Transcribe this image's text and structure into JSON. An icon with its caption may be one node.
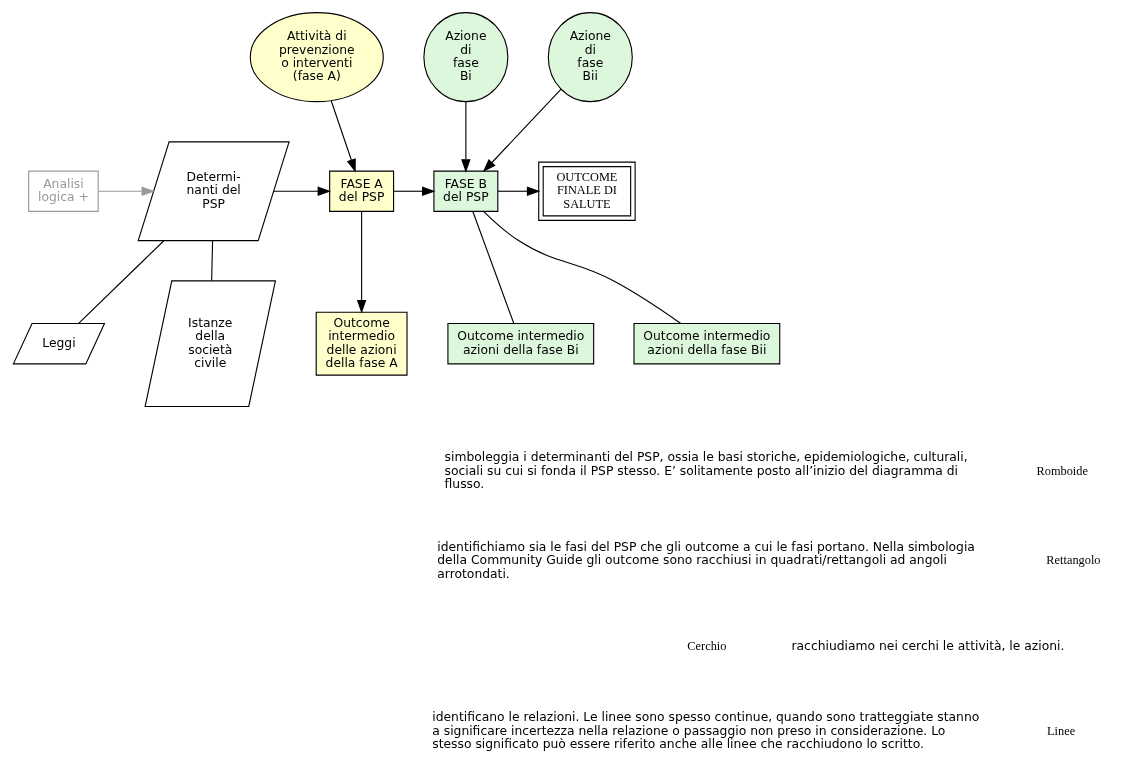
{
  "diagram": {
    "nodes": [
      {
        "text": [
          "Analisi logica +"
        ]
      },
      {
        "text": [
          "Determi- nanti del PSP"
        ]
      },
      {
        "text": [
          "Leggi"
        ]
      },
      {
        "text": [
          "Istanze della società civile"
        ]
      },
      {
        "text": [
          "Attività di prevenzione o interventi (fase A)"
        ]
      },
      {
        "text": [
          "FASE A del PSP"
        ]
      },
      {
        "text": [
          "Outcome intermedio delle azioni della fase A"
        ]
      },
      {
        "text": [
          "Azione di fase Bi"
        ]
      },
      {
        "text": [
          "Azione di fase Bii"
        ]
      },
      {
        "text": [
          "FASE B del PSP"
        ]
      },
      {
        "text": [
          "OUTCOME FINALE DI SALUTE"
        ]
      },
      {
        "text": [
          "Outcome intermedio azioni della fase Bi"
        ]
      },
      {
        "text": [
          "Outcome intermedio azioni della fase Bii"
        ]
      }
    ],
    "edges": [
      {
        "from": 0,
        "to": 1,
        "arrow": "to",
        "color": "#999999"
      },
      {
        "from": 1,
        "to": 5,
        "arrow": "to"
      },
      {
        "from": 1,
        "to": 2,
        "arrow": "none"
      },
      {
        "from": 1,
        "to": 3,
        "arrow": "none"
      },
      {
        "from": 4,
        "to": 5,
        "arrow": "to"
      },
      {
        "from": 5,
        "to": 6,
        "arrow": "to"
      },
      {
        "from": 7,
        "to": 9,
        "arrow": "to"
      },
      {
        "from": 8,
        "to": 9,
        "arrow": "to"
      },
      {
        "from": 5,
        "to": 9,
        "arrow": "to"
      },
      {
        "from": 9,
        "to": 10,
        "arrow": "to"
      },
      {
        "from": 9,
        "to": 11,
        "arrow": "none"
      },
      {
        "from": 9,
        "to": 12,
        "arrow": "none"
      }
    ],
    "labels": [
      "simboleggia i determinanti del PSP, ossia le basi storiche, epidemiologiche, culturali, sociali su cui si fonda il PSP stesso. E’ solitamente posto all’inizio del diagramma di flusso.",
      "Romboide",
      "identifichiamo sia le fasi del PSP che gli outcome a cui le fasi portano. Nella simbologia della Community Guide gli outcome sono racchiusi in quadrati/rettangoli ad angoli arrotondati.",
      "Rettangolo",
      "Cerchio",
      "racchiudiamo nei cerchi le attività, le azioni.",
      "identificano le relazioni. Le linee sono spesso continue, quando sono tratteggiate stanno a significare incertezza nella relazione o passaggio non preso in considerazione. Lo stesso significato può essere riferito anche alle linee che racchiudono lo scritto.",
      "Linee"
    ]
  }
}
